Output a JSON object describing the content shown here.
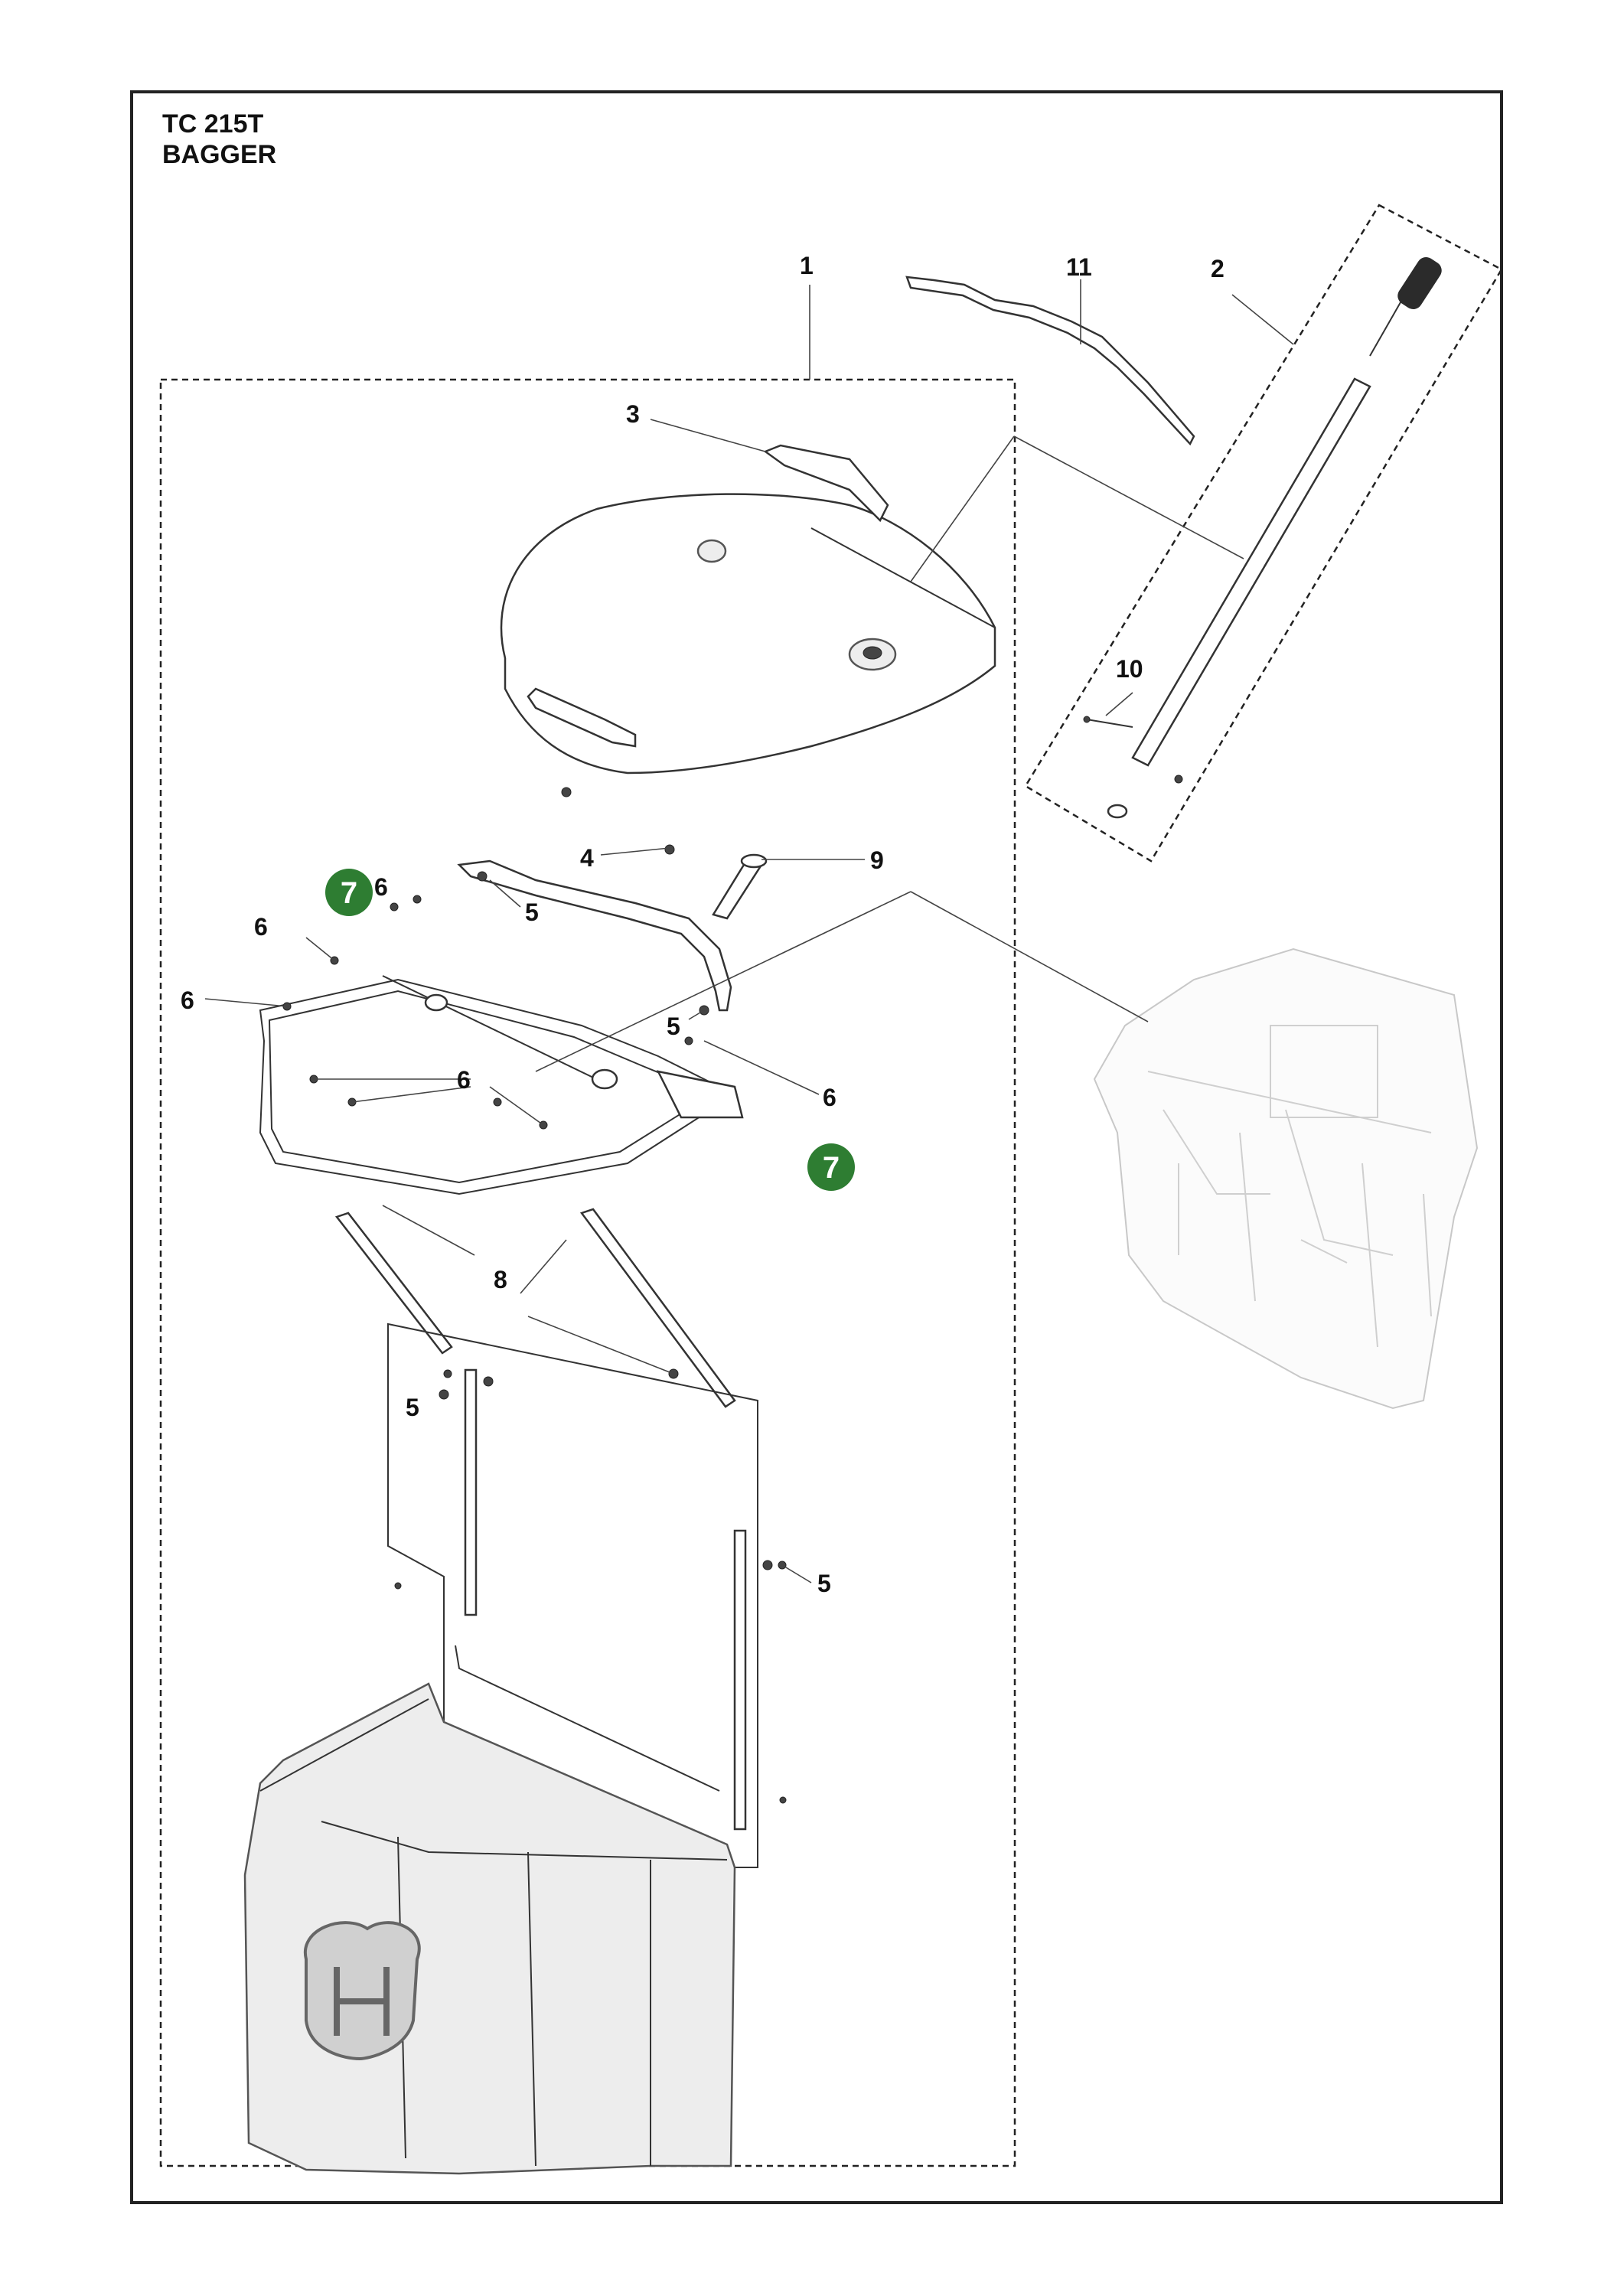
{
  "header": {
    "model": "TC 215T",
    "assembly": "BAGGER"
  },
  "callouts": {
    "c1": "1",
    "c2": "2",
    "c3": "3",
    "c4": "4",
    "c5a": "5",
    "c5b": "5",
    "c5c": "5",
    "c5d": "5",
    "c6a": "6",
    "c6b": "6",
    "c6c": "6",
    "c6d": "6",
    "c6e": "6",
    "c7a": "7",
    "c7b": "7",
    "c8": "8",
    "c9": "9",
    "c10": "10",
    "c11": "11"
  },
  "colors": {
    "badge": "#2e7d32",
    "line": "#333333",
    "ghost": "#c8c8c8"
  },
  "logo": "husqvarna-crown-logo"
}
